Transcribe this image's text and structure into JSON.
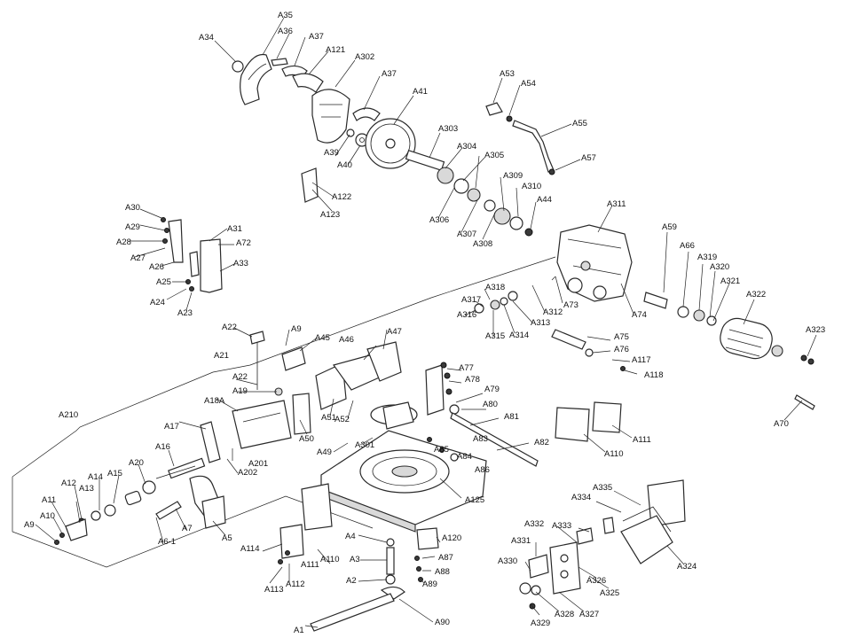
{
  "labels": {
    "A35": "A35",
    "A34": "A34",
    "A36": "A36",
    "A37a": "A37",
    "A121": "A121",
    "A302": "A302",
    "A37b": "A37",
    "A41": "A41",
    "A39": "A39",
    "A40": "A40",
    "A303": "A303",
    "A304": "A304",
    "A305": "A305",
    "A306": "A306",
    "A307": "A307",
    "A308": "A308",
    "A309": "A309",
    "A310": "A310",
    "A44": "A44",
    "A311": "A311",
    "A53": "A53",
    "A54": "A54",
    "A55": "A55",
    "A57": "A57",
    "A122": "A122",
    "A123": "A123",
    "A30": "A30",
    "A29": "A29",
    "A28": "A28",
    "A27": "A27",
    "A26": "A26",
    "A25": "A25",
    "A24": "A24",
    "A23": "A23",
    "A31": "A31",
    "A72": "A72",
    "A33": "A33",
    "A59": "A59",
    "A66": "A66",
    "A319": "A319",
    "A320": "A320",
    "A321": "A321",
    "A322": "A322",
    "A323": "A323",
    "A70": "A70",
    "A318": "A318",
    "A317": "A317",
    "A316": "A316",
    "A315": "A315",
    "A314": "A314",
    "A313": "A313",
    "A312": "A312",
    "A73": "A73",
    "A74": "A74",
    "A75": "A75",
    "A76": "A76",
    "A117": "A117",
    "A118": "A118",
    "A22a": "A22",
    "A9a": "A9",
    "A21": "A21",
    "A45": "A45",
    "A47": "A47",
    "A46": "A46",
    "A77": "A77",
    "A78": "A78",
    "A22b": "A22",
    "A19": "A19",
    "A18A": "A18A",
    "A79": "A79",
    "A80": "A80",
    "A81": "A81",
    "A51": "A51",
    "A52": "A52",
    "A50": "A50",
    "A83": "A83",
    "A82": "A82",
    "A111a": "A111",
    "A110a": "A110",
    "A210": "A210",
    "A17": "A17",
    "A201": "A201",
    "A202": "A202",
    "A49": "A49",
    "A301": "A301",
    "A85": "A85",
    "A84": "A84",
    "A86": "A86",
    "A16": "A16",
    "A20": "A20",
    "A15": "A15",
    "A14": "A14",
    "A13": "A13",
    "A12": "A12",
    "A11": "A11",
    "A10": "A10",
    "A9b": "A9",
    "A6-1": "A6-1",
    "A7": "A7",
    "A5": "A5",
    "A125": "A125",
    "A335": "A335",
    "A334": "A334",
    "A333": "A333",
    "A332": "A332",
    "A331": "A331",
    "A330": "A330",
    "A329": "A329",
    "A328": "A328",
    "A327": "A327",
    "A326": "A326",
    "A325": "A325",
    "A324": "A324",
    "A114": "A114",
    "A111b": "A111",
    "A110b": "A110",
    "A113": "A113",
    "A112": "A112",
    "A4": "A4",
    "A3": "A3",
    "A2": "A2",
    "A1": "A1",
    "A120": "A120",
    "A87": "A87",
    "A88": "A88",
    "A89": "A89",
    "A90": "A90"
  }
}
